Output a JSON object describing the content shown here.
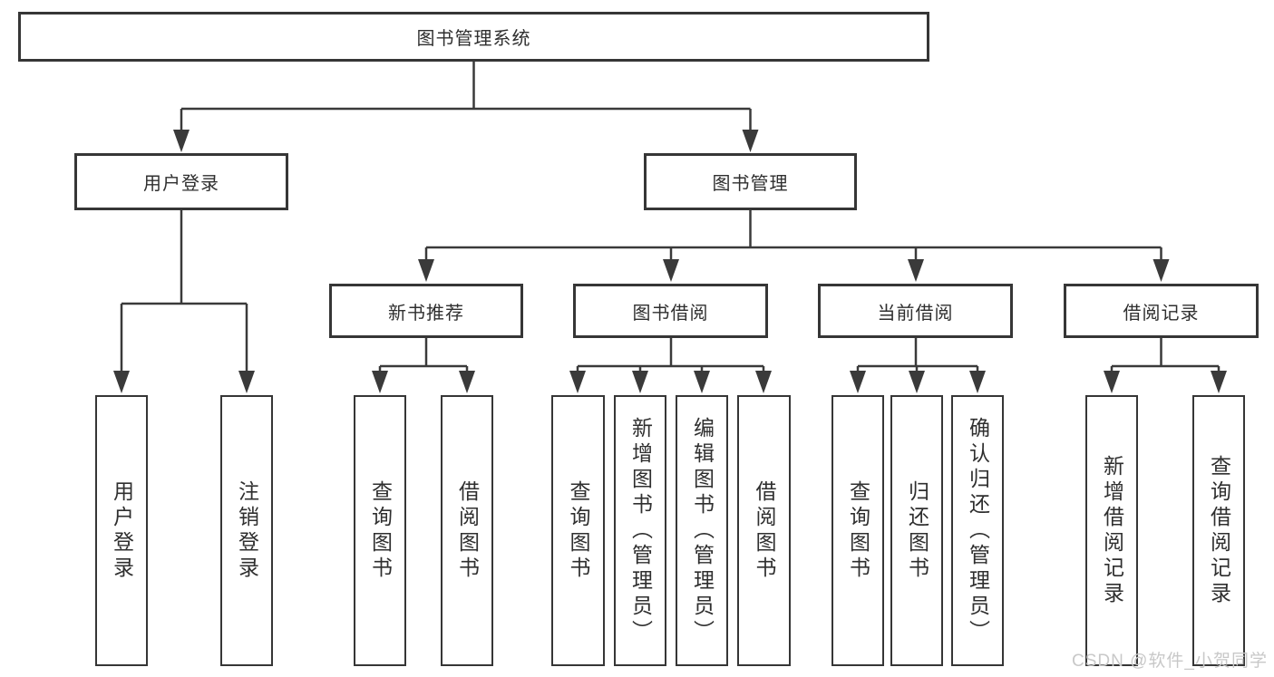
{
  "diagram": {
    "title": "图书管理系统",
    "children": [
      {
        "label": "用户登录",
        "children": [
          {
            "label": "用户登录"
          },
          {
            "label": "注销登录"
          }
        ]
      },
      {
        "label": "图书管理",
        "children": [
          {
            "label": "新书推荐",
            "children": [
              {
                "label": "查询图书"
              },
              {
                "label": "借阅图书"
              }
            ]
          },
          {
            "label": "图书借阅",
            "children": [
              {
                "label": "查询图书"
              },
              {
                "label": "新增图书（管理员）"
              },
              {
                "label": "编辑图书（管理员）"
              },
              {
                "label": "借阅图书"
              }
            ]
          },
          {
            "label": "当前借阅",
            "children": [
              {
                "label": "查询图书"
              },
              {
                "label": "归还图书"
              },
              {
                "label": "确认归还（管理员）"
              }
            ]
          },
          {
            "label": "借阅记录",
            "children": [
              {
                "label": "新增借阅记录"
              },
              {
                "label": "查询借阅记录"
              }
            ]
          }
        ]
      }
    ]
  },
  "watermark": "CSDN @软件_小贺同学",
  "colors": {
    "line": "#3a3a3a",
    "box_border": "#363636",
    "text": "#2f2f2f",
    "watermark": "#c8c8c8",
    "background": "#ffffff"
  }
}
